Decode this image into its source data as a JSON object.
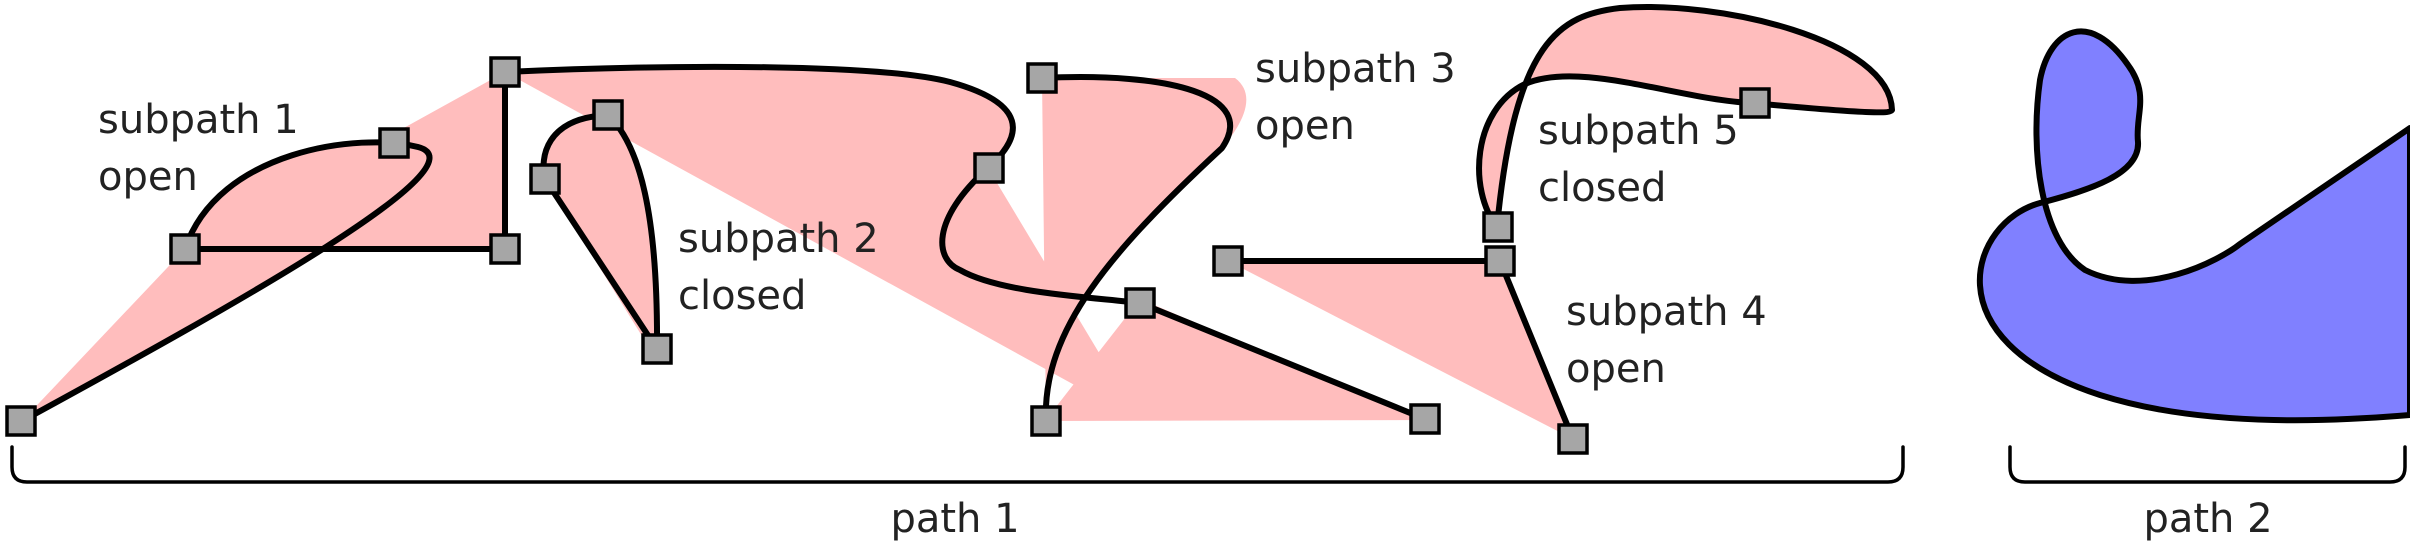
{
  "colors": {
    "path1_fill": "#ffbdbd",
    "path2_fill": "#8080ff",
    "stroke": "#000000",
    "control_point": "#a6a6a6",
    "text": "#222222",
    "brace": "#000000"
  },
  "labels": {
    "subpath1": [
      "subpath 1",
      "open"
    ],
    "subpath2": [
      "subpath 2",
      "closed"
    ],
    "subpath3": [
      "subpath 3",
      "open"
    ],
    "subpath4": [
      "subpath 4",
      "open"
    ],
    "subpath5": [
      "subpath 5",
      "closed"
    ],
    "path1": "path 1",
    "path2": "path 2"
  },
  "icons": {
    "control_point": "square-handle-icon"
  }
}
